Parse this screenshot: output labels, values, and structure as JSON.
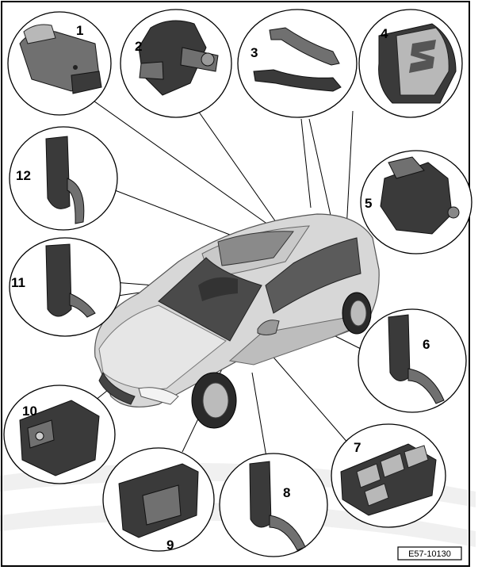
{
  "diagram": {
    "reference_code": "E57-10130",
    "callouts": [
      "1",
      "2",
      "3",
      "4",
      "5",
      "6",
      "7",
      "8",
      "9",
      "10",
      "11",
      "12"
    ]
  }
}
